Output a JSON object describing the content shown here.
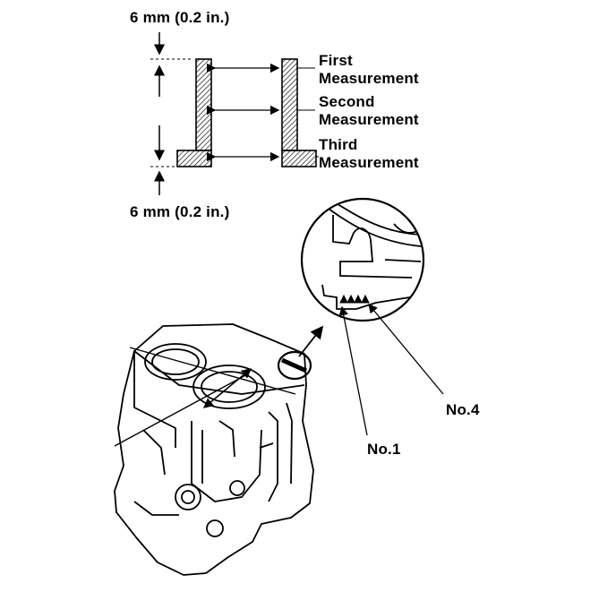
{
  "labels": {
    "top_dimension": "6 mm (0.2 in.)",
    "bottom_dimension": "6 mm (0.2 in.)",
    "first_line1": "First",
    "first_line2": "Measurement",
    "second_line1": "Second",
    "second_line2": "Measurement",
    "third_line1": "Third",
    "third_line2": "Measurement",
    "cyl_no4": "No.4",
    "cyl_no1": "No.1"
  }
}
